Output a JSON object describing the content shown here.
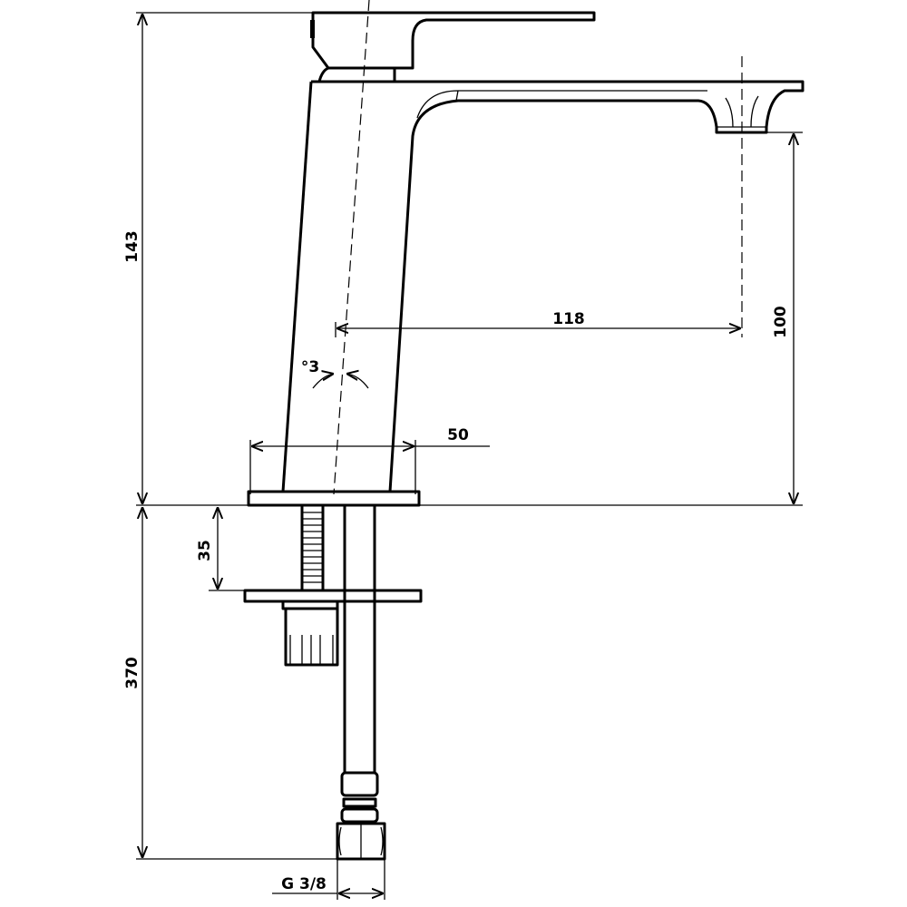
{
  "drawing": {
    "title": "Basin mixer tap dimension drawing",
    "dimensions": {
      "total_height": "143",
      "spout_height": "100",
      "spout_reach": "118",
      "body_angle": "°3",
      "base_diameter": "50",
      "max_deck_thickness": "35",
      "hose_length": "370",
      "connection_thread": "G 3/8"
    }
  }
}
